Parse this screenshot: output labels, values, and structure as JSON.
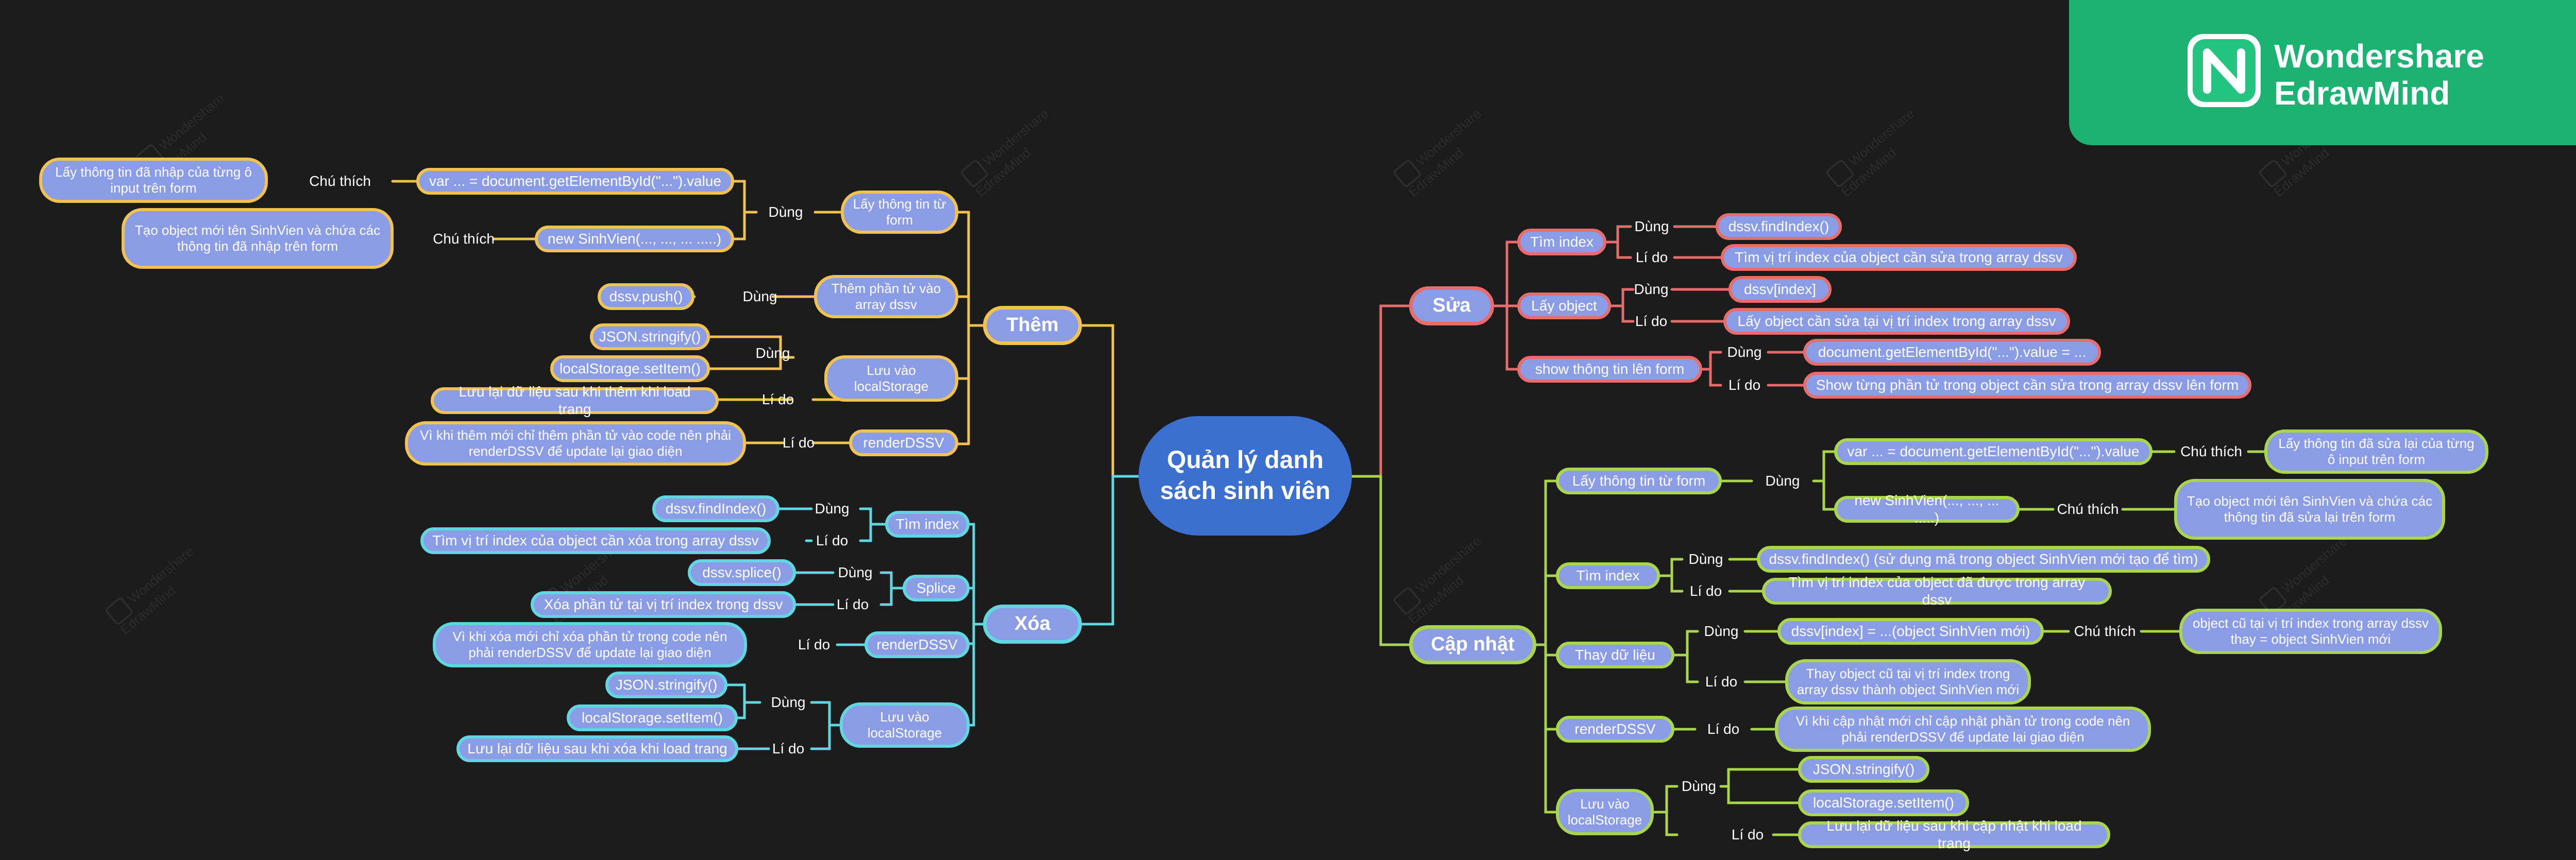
{
  "logo": {
    "line1": "Wondershare",
    "line2": "EdrawMind"
  },
  "watermark": {
    "line1": "Wondershare",
    "line2": "EdrawMind"
  },
  "colors": {
    "them": "#f2c24f",
    "xoa": "#5fd7e0",
    "sua": "#e86c6c",
    "capnhat": "#a8d54a",
    "root": "#3b6fd0",
    "node": "#8a9ce6"
  },
  "root": {
    "text": "Quản lý danh sách sinh viên"
  },
  "them": {
    "label": "Thêm",
    "lay_thong_tin": "Lấy thông tin từ form",
    "dung_1": "Dùng",
    "var_getel": "var ... = document.getElementById(\"...\").value",
    "chu_thich_1": "Chú thích",
    "note_1": "Lấy thông tin đã nhập của từng ô input trên form",
    "new_sv": "new SinhVien(..., ..., ... .....)",
    "chu_thich_2": "Chú thích",
    "note_2": "Tạo object mới tên SinhVien và chứa các thông tin đã nhập trên form",
    "them_phan_tu": "Thêm phần tử vào array dssv",
    "dung_2": "Dùng",
    "push": "dssv.push()",
    "luu_vao": "Lưu vào localStorage",
    "dung_3": "Dùng",
    "json_stringify": "JSON.stringify()",
    "setitem": "localStorage.setItem()",
    "li_do_1": "Lí do",
    "luu_lai": "Lưu lại dữ liệu sau khi thêm khi load trang",
    "render": "renderDSSV",
    "li_do_2": "Lí do",
    "render_note": "Vì khi thêm mới chỉ thêm phần tử vào code nên phải renderDSSV để update lại giao diện"
  },
  "xoa": {
    "label": "Xóa",
    "tim_index": "Tìm index",
    "dung_1": "Dùng",
    "findindex": "dssv.findIndex()",
    "li_do_1": "Lí do",
    "tim_vi_tri": "Tìm vị trí index của object cần xóa trong array dssv",
    "splice_node": "Splice",
    "dung_2": "Dùng",
    "splice_fn": "dssv.splice()",
    "li_do_2": "Lí do",
    "xoa_phan_tu": "Xóa phần tử tại vị trí index trong dssv",
    "render": "renderDSSV",
    "li_do_3": "Lí do",
    "render_note": "Vì khi xóa mới chỉ xóa phần tử trong code nên phải renderDSSV để update lại giao diện",
    "luu_vao": "Lưu vào localStorage",
    "dung_3": "Dùng",
    "json_stringify": "JSON.stringify()",
    "setitem": "localStorage.setItem()",
    "li_do_4": "Lí do",
    "luu_lai": "Lưu lại dữ liệu sau khi xóa khi load trang"
  },
  "sua": {
    "label": "Sửa",
    "tim_index": "Tìm index",
    "dung_1": "Dùng",
    "findindex": "dssv.findIndex()",
    "li_do_1": "Lí do",
    "tim_vi_tri": "Tìm vị trí index của object cần sửa trong array dssv",
    "lay_object": "Lấy object",
    "dung_2": "Dùng",
    "dssv_index": "dssv[index]",
    "li_do_2": "Lí do",
    "lay_object_note": "Lấy object cần sửa tại vị trí index trong array dssv",
    "show": "show thông tin lên form",
    "dung_3": "Dùng",
    "set_value": "document.getElementById(\"...\").value = ...",
    "li_do_3": "Lí do",
    "show_note": "Show từng phần tử trong object cần sửa trong array dssv lên form"
  },
  "capnhat": {
    "label": "Cập nhật",
    "lay_thong_tin": "Lấy thông tin từ form",
    "dung_1": "Dùng",
    "var_getel": "var ... = document.getElementById(\"...\").value",
    "chu_thich_1": "Chú thích",
    "note_1": "Lấy thông tin đã sửa lại của từng ô input trên form",
    "new_sv": "new SinhVien(..., ..., ... .....)",
    "chu_thich_2": "Chú thích",
    "note_2": "Tạo object mới tên SinhVien và chứa các thông tin đã sửa lại trên form",
    "tim_index": "Tìm index",
    "dung_2": "Dùng",
    "findindex": "dssv.findIndex() (sử dụng mã trong object SinhVien mới tạo để tìm)",
    "li_do_1": "Lí do",
    "tim_vi_tri": "Tìm vị trí index của object đã được trong array dssv",
    "thay_du_lieu": "Thay dữ liệu",
    "dung_3": "Dùng",
    "assign": "dssv[index] = ...(object SinhVien mới)",
    "chu_thich_3": "Chú thích",
    "note_3": "object cũ tại vị trí index trong array dssv thay = object SinhVien mới",
    "li_do_2": "Lí do",
    "thay_note": "Thay object cũ tại vị trí index trong array dssv thành object SinhVien mới",
    "render": "renderDSSV",
    "li_do_3": "Lí do",
    "render_note": "Vì khi cập nhật mới chỉ cập nhật phần tử trong code nên phải renderDSSV để update lại giao diện",
    "luu_vao": "Lưu vào localStorage",
    "dung_4": "Dùng",
    "json_stringify": "JSON.stringify()",
    "setitem": "localStorage.setItem()",
    "li_do_4": "Lí do",
    "luu_lai": "Lưu lại dữ liệu sau khi cập nhật khi load trang"
  }
}
